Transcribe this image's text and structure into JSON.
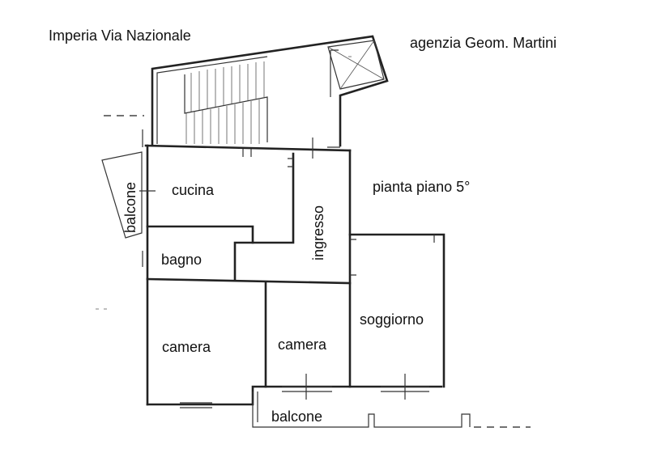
{
  "header": {
    "location": "Imperia  Via Nazionale",
    "agency": "agenzia Geom. Martini"
  },
  "floor_label": "pianta piano 5°",
  "rooms": {
    "cucina": "cucina",
    "bagno": "bagno",
    "ingresso": "ingresso",
    "soggiorno": "soggiorno",
    "camera_left": "camera",
    "camera_mid": "camera",
    "balcone_side": "balcone",
    "balcone_bottom": "balcone"
  }
}
